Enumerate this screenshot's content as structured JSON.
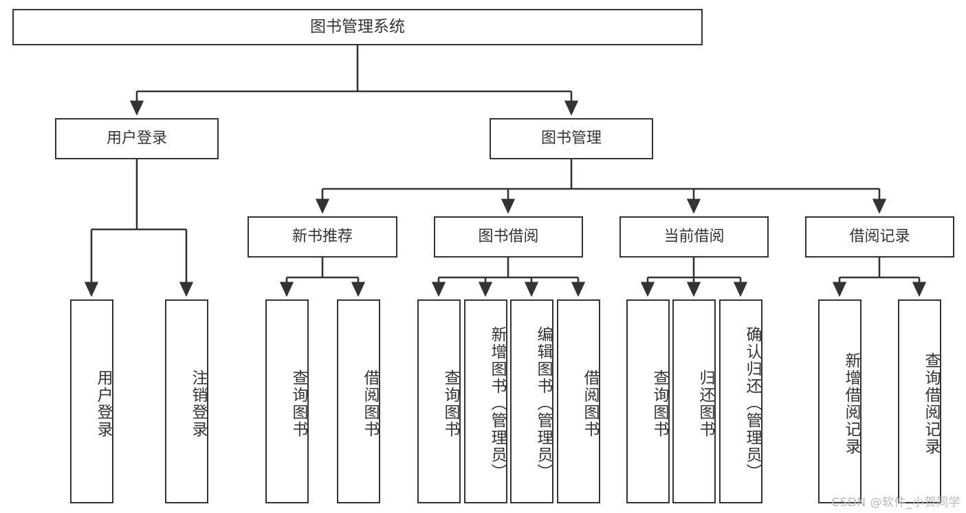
{
  "diagram": {
    "title": "图书管理系统",
    "type": "hierarchy-tree",
    "root": {
      "id": "root",
      "label": "图书管理系统"
    },
    "level2": [
      {
        "id": "user-login",
        "label": "用户登录"
      },
      {
        "id": "book-management",
        "label": "图书管理"
      }
    ],
    "level3": [
      {
        "id": "new-book-recommend",
        "label": "新书推荐"
      },
      {
        "id": "book-borrow",
        "label": "图书借阅"
      },
      {
        "id": "current-borrow",
        "label": "当前借阅"
      },
      {
        "id": "borrow-record",
        "label": "借阅记录"
      }
    ],
    "leaves": {
      "user_login": [
        {
          "id": "leaf-user-login",
          "label": "用户登录"
        },
        {
          "id": "leaf-logout-login",
          "label": "注销登录"
        }
      ],
      "new_book_recommend": [
        {
          "id": "leaf-query-book-1",
          "label": "查询图书"
        },
        {
          "id": "leaf-borrow-book-1",
          "label": "借阅图书"
        }
      ],
      "book_borrow": [
        {
          "id": "leaf-query-book-2",
          "label": "查询图书"
        },
        {
          "id": "leaf-add-book",
          "label": "新增图书（管理员）"
        },
        {
          "id": "leaf-edit-book",
          "label": "编辑图书（管理员）"
        },
        {
          "id": "leaf-borrow-book-2",
          "label": "借阅图书"
        }
      ],
      "current_borrow": [
        {
          "id": "leaf-query-book-3",
          "label": "查询图书"
        },
        {
          "id": "leaf-return-book",
          "label": "归还图书"
        },
        {
          "id": "leaf-confirm-return",
          "label": "确认归还（管理员）"
        }
      ],
      "borrow_record": [
        {
          "id": "leaf-add-record",
          "label": "新增借阅记录"
        },
        {
          "id": "leaf-query-record",
          "label": "查询借阅记录"
        }
      ]
    }
  },
  "watermark": {
    "text": "CSDN @软件_小贺同学"
  },
  "colors": {
    "stroke": "#333333",
    "background": "#ffffff",
    "text": "#333333",
    "watermark": "#b9b9b9"
  }
}
